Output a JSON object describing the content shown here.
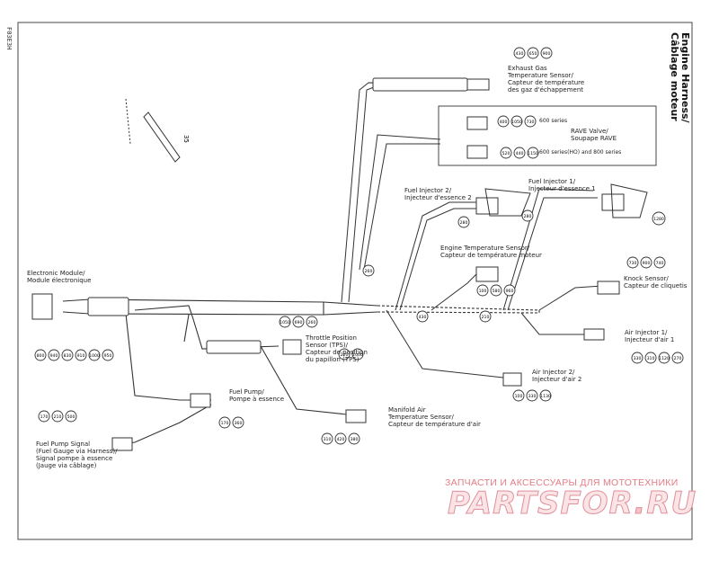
{
  "page": {
    "side_code": "F03E3H"
  },
  "title": {
    "line1": "Engine Harness/",
    "line2": "Câblage moteur"
  },
  "labels": {
    "electronic_module": [
      "Electronic Module/",
      "Module électronique"
    ],
    "exhaust_gas": [
      "Exhaust Gas",
      "Temperature Sensor/",
      "Capteur de température",
      "des gaz d'échappement"
    ],
    "rave": [
      "RAVE Valve/",
      "Soupape RAVE"
    ],
    "rave_note1": "600 series",
    "rave_note2": "600 series(HO) and 800 series",
    "fuel_inj2": [
      "Fuel Injector 2/",
      "Injecteur d'essence 2"
    ],
    "fuel_inj1": [
      "Fuel Injector 1/",
      "Injecteur d'essence 1"
    ],
    "engine_temp": [
      "Engine Temperature Sensor/",
      "Capteur de température moteur"
    ],
    "knock": [
      "Knock Sensor/",
      "Capteur de cliquetis"
    ],
    "air_inj1": [
      "Air Injector 1/",
      "Injecteur d'air 1"
    ],
    "air_inj2": [
      "Air Injector 2/",
      "Injecteur d'air 2"
    ],
    "tps": [
      "Throttle Position",
      "Sensor (TPS)/",
      "Capteur de position",
      "du papillon (TPS)"
    ],
    "fuel_pump": [
      "Fuel Pump/",
      "Pompe à essence"
    ],
    "manifold": [
      "Manifold Air",
      "Temperature Sensor/",
      "Capteur de température d'air"
    ],
    "fuel_gauge": [
      "Fuel Pump Signal",
      "(Fuel Gauge via Harness)/",
      "Signal pompe à essence",
      "(Jauge via câblage)"
    ]
  },
  "callouts": {
    "exhaust": [
      "430",
      "650",
      "900"
    ],
    "rave1": [
      "400",
      "1050",
      "730"
    ],
    "rave2": [
      "520",
      "440",
      "1150"
    ],
    "top_small": [
      "35"
    ],
    "inj2": [
      "280",
      "280"
    ],
    "inj1": [
      "1280"
    ],
    "engine_temp": [
      "100",
      "580",
      "960"
    ],
    "center": [
      "260"
    ],
    "harness_main": [
      "1050",
      "690",
      "260"
    ],
    "left_connectors": [
      "800",
      "940",
      "830",
      "910",
      "1000",
      "950"
    ],
    "mid": [
      "430",
      "210"
    ],
    "knock": [
      "730",
      "900",
      "740"
    ],
    "air1": [
      "330",
      "310",
      "1120",
      "270"
    ],
    "air2": [
      "100",
      "330",
      "1130"
    ],
    "pump": [
      "170",
      "360"
    ],
    "tps": [
      "220",
      "1000"
    ],
    "manifold": [
      "310",
      "420",
      "380"
    ],
    "fuel_gauge": [
      "170",
      "210",
      "500"
    ]
  },
  "watermark": {
    "top": "ЗАПЧАСТИ И АКСЕССУАРЫ ДЛЯ МОТОТЕХНИКИ",
    "logo_a": "PARTS",
    "logo_b": "FOR",
    "logo_dot": ".",
    "logo_c": "RU"
  }
}
